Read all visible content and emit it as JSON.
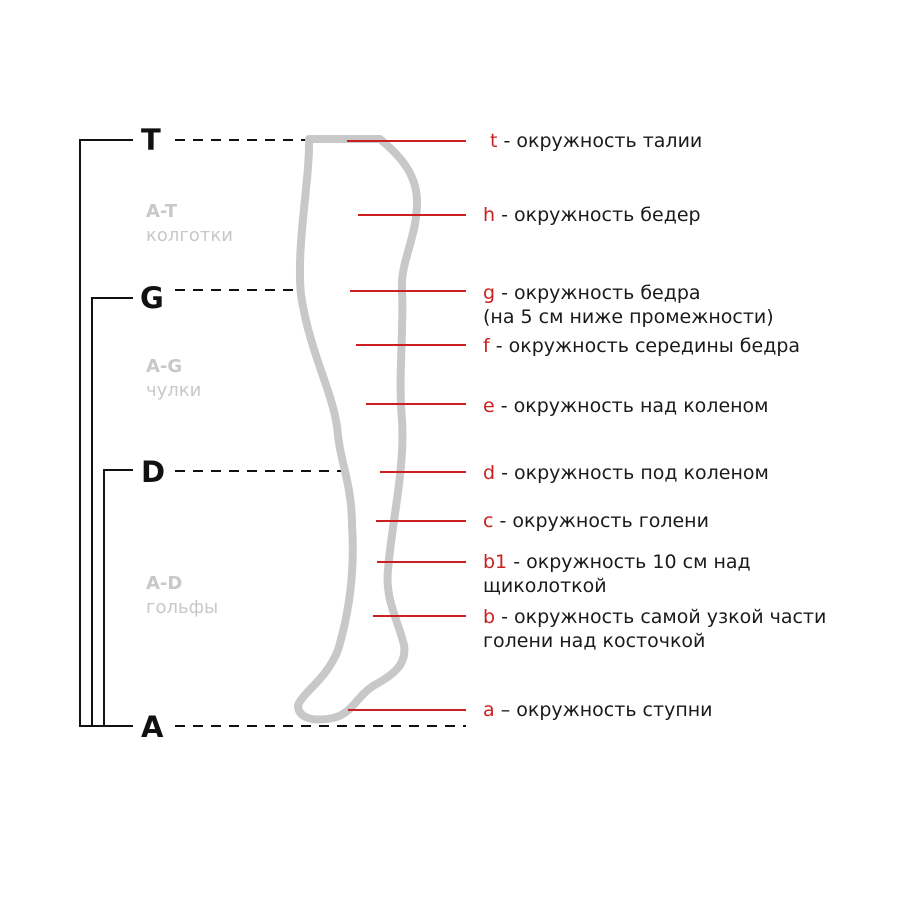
{
  "colors": {
    "accent": "#cc1f1f",
    "ink": "#111111",
    "outline": "#c8c8c8"
  },
  "levels": {
    "t": "T",
    "g": "G",
    "d": "D",
    "a": "A"
  },
  "zones": {
    "tights": {
      "code": "A-T",
      "name": "колготки"
    },
    "stockings": {
      "code": "A-G",
      "name": "чулки"
    },
    "knee_socks": {
      "code": "A-D",
      "name": "гольфы"
    }
  },
  "measurements": {
    "t": {
      "code": "t",
      "label": " - окружность талии"
    },
    "h": {
      "code": "h",
      "label": " - окружность бедер"
    },
    "g": {
      "code": "g",
      "label": " - окружность бедра",
      "label2": "(на 5 см ниже промежности)"
    },
    "f": {
      "code": "f",
      "label": " - окружность середины бедра"
    },
    "e": {
      "code": "e",
      "label": " - окружность над коленом"
    },
    "d": {
      "code": "d",
      "label": " - окружность под коленом"
    },
    "c": {
      "code": "c",
      "label": " - окружность голени"
    },
    "b1": {
      "code": "b1",
      "label": " - окружность 10 см над",
      "label2": "щиколоткой"
    },
    "b": {
      "code": "b",
      "label": " - окружность самой узкой части",
      "label2": "голени над косточкой"
    },
    "a": {
      "code": "a",
      "label": " – окружность ступни"
    }
  }
}
